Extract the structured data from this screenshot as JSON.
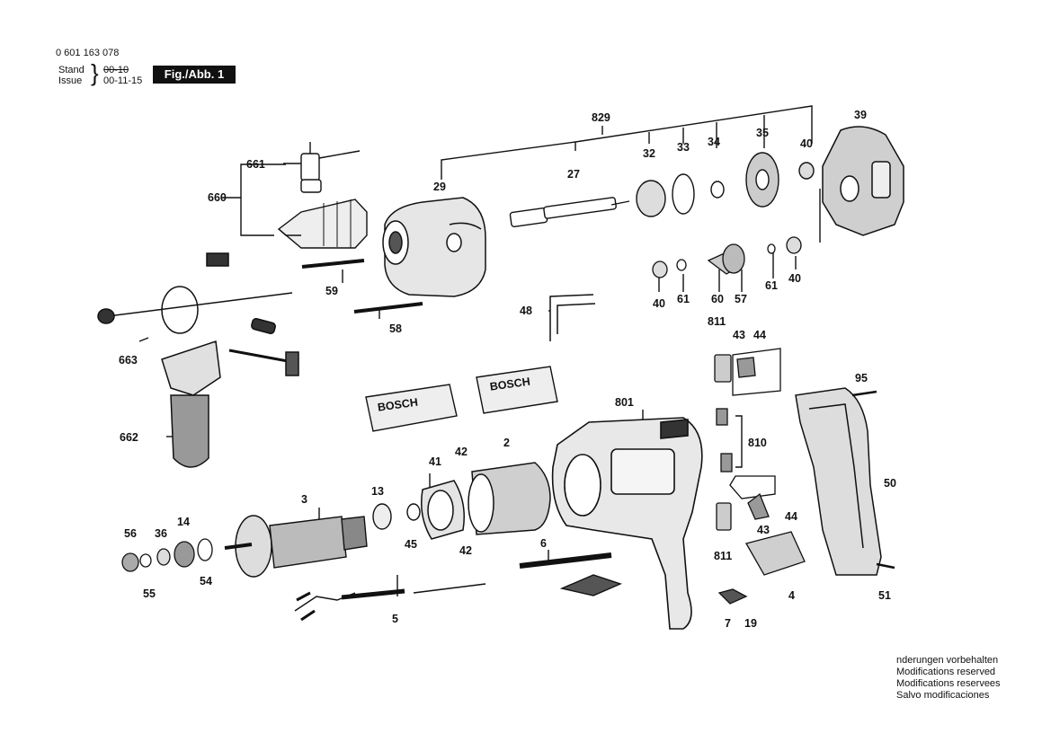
{
  "header": {
    "part_number": "0 601 163 078",
    "stand_label": "Stand",
    "issue_label": "Issue",
    "stand_date": "00-10",
    "issue_date": "00-11-15",
    "figure_tag": "Fig./Abb. 1"
  },
  "labels": {
    "p829": "829",
    "p29": "29",
    "p27": "27",
    "p32": "32",
    "p33": "33",
    "p34": "34",
    "p35": "35",
    "p40a": "40",
    "p39": "39",
    "p661": "661",
    "p660": "660",
    "p40b": "40",
    "p61a": "61",
    "p60": "60",
    "p57": "57",
    "p61b": "61",
    "p40c": "40",
    "p59": "59",
    "p58": "58",
    "p48": "48",
    "p811a": "811",
    "p43a": "43",
    "p44a": "44",
    "p663": "663",
    "p662": "662",
    "p801": "801",
    "p95": "95",
    "p810": "810",
    "p50": "50",
    "p2": "2",
    "p41": "41",
    "p42a": "42",
    "p3": "3",
    "p13": "13",
    "p45": "45",
    "p42b": "42",
    "p6": "6",
    "p44b": "44",
    "p43b": "43",
    "p56": "56",
    "p36": "36",
    "p14": "14",
    "p55": "55",
    "p54": "54",
    "p811b": "811",
    "p4": "4",
    "p51": "51",
    "p5": "5",
    "p7": "7",
    "p19": "19"
  },
  "brand_badges": [
    "BOSCH",
    "BOSCH"
  ],
  "notes": [
    "nderungen vorbehalten",
    "Modifications reserved",
    "Modifications reservees",
    "Salvo modificaciones"
  ]
}
